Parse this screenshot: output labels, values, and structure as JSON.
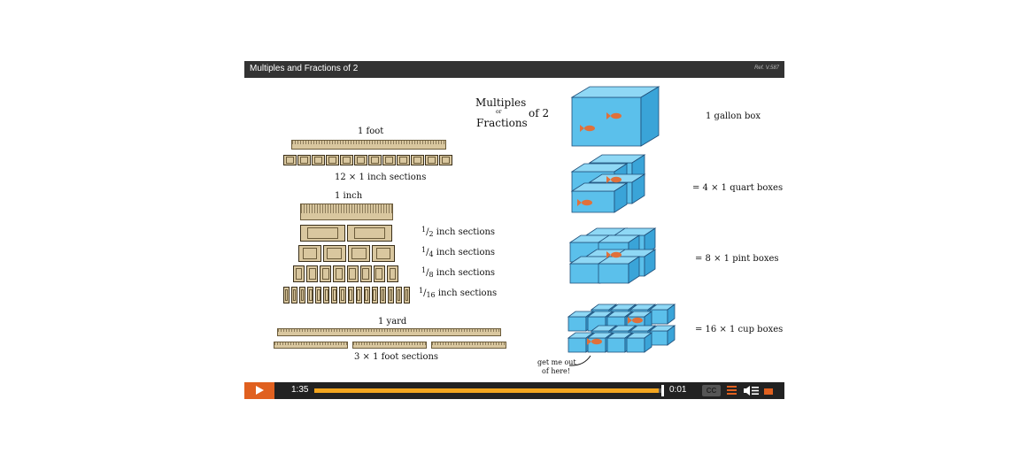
{
  "player": {
    "title": "Multiples and Fractions of 2",
    "ref": "Ref. V.587"
  },
  "slide": {
    "heading": {
      "multiples": "Multiples",
      "or": "or",
      "fractions": "Fractions",
      "of": "of 2"
    },
    "left": {
      "foot_label": "1 foot",
      "foot_sections": "12 × 1 inch sections",
      "inch_label": "1 inch",
      "inch_rows": [
        {
          "num": "1",
          "den": "2",
          "text": "inch sections"
        },
        {
          "num": "1",
          "den": "4",
          "text": "inch sections"
        },
        {
          "num": "1",
          "den": "8",
          "text": "inch sections"
        },
        {
          "num": "1",
          "den": "16",
          "text": "inch sections"
        }
      ],
      "yard_label": "1 yard",
      "yard_sections": "3 × 1 foot sections"
    },
    "right": {
      "gallon": "1 gallon box",
      "quart": "= 4 × 1 quart boxes",
      "pint": "= 8 × 1 pint boxes",
      "cup": "= 16 × 1 cup boxes",
      "speech_line1": "get me out",
      "speech_line2": "of here!"
    },
    "colors": {
      "box_front": "#5bc0eb",
      "box_top": "#8fd8f5",
      "box_side": "#3aa4d8",
      "fish": "#e0703a"
    }
  },
  "controls": {
    "time_elapsed": "1:35",
    "time_remaining": "0:01",
    "progress": 0.99,
    "cc_label": "CC",
    "icons": [
      "play-icon",
      "cc-icon",
      "menu-icon",
      "volume-icon",
      "fullscreen-icon"
    ],
    "accent": "#e0601f",
    "progress_color": "#f2a51e"
  }
}
